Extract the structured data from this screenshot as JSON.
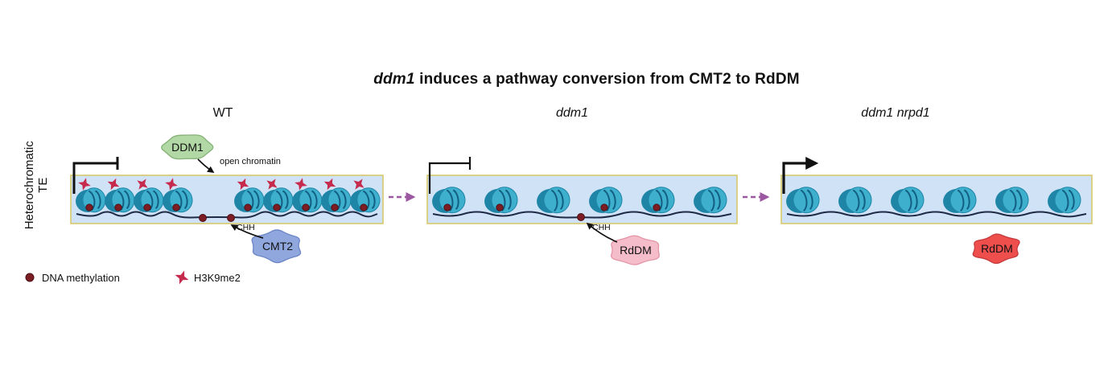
{
  "figure": {
    "title_gene": "ddm1",
    "title_rest": " induces a pathway conversion from CMT2 to RdDM"
  },
  "side_label": {
    "line1": "Heterochromatic",
    "line2": "TE"
  },
  "panels": [
    {
      "label": "WT",
      "promoter_state": "repressed",
      "nucleosome_count": 9,
      "h3k9me2_marks": true,
      "dna_methylation": "dense",
      "linker_methylation_sites": 2,
      "enzyme_top": {
        "name": "DDM1",
        "note": "open chromatin"
      },
      "enzyme_bottom": {
        "name": "CMT2",
        "note": "CHH"
      }
    },
    {
      "label": "ddm1",
      "promoter_state": "repressed",
      "nucleosome_count": 6,
      "h3k9me2_marks": false,
      "dna_methylation": "partial",
      "linker_methylation_sites": 1,
      "enzyme_bottom": {
        "name": "RdDM",
        "note": "CHH"
      }
    },
    {
      "label": "ddm1 nrpd1",
      "promoter_state": "active",
      "nucleosome_count": 6,
      "h3k9me2_marks": false,
      "dna_methylation": "none",
      "linker_methylation_sites": 0,
      "enzyme_bottom": {
        "name": "RdDM"
      }
    }
  ],
  "legend": [
    {
      "symbol": "dna-methylation-dot",
      "label": "DNA methylation"
    },
    {
      "symbol": "h3k9me2-mark",
      "label": "H3K9me2"
    }
  ],
  "colors": {
    "te_box_fill": "#cfe2f6",
    "te_box_border": "#d8ca6a",
    "nucleosome": "#3eafcd",
    "nucleosome_dark": "#1e85a6",
    "nucleosome_stripe": "#125f83",
    "dna": "#1f2a44",
    "methylation": "#7c1d24",
    "methylation_stroke": "#480f14",
    "h3k9me2": "#c62a4c",
    "transition_arrow": "#9b57a0",
    "arrow": "#111111",
    "ddm1_fill": "#b2d8a5",
    "ddm1_stroke": "#84b275",
    "cmt2_fill": "#90a7de",
    "cmt2_stroke": "#6b85c6",
    "rddm_fill": "#f5bdc9",
    "rddm_stroke": "#e394a6",
    "rddm_mutant_fill": "#ee4f4d",
    "rddm_mutant_stroke": "#c43a3c"
  }
}
